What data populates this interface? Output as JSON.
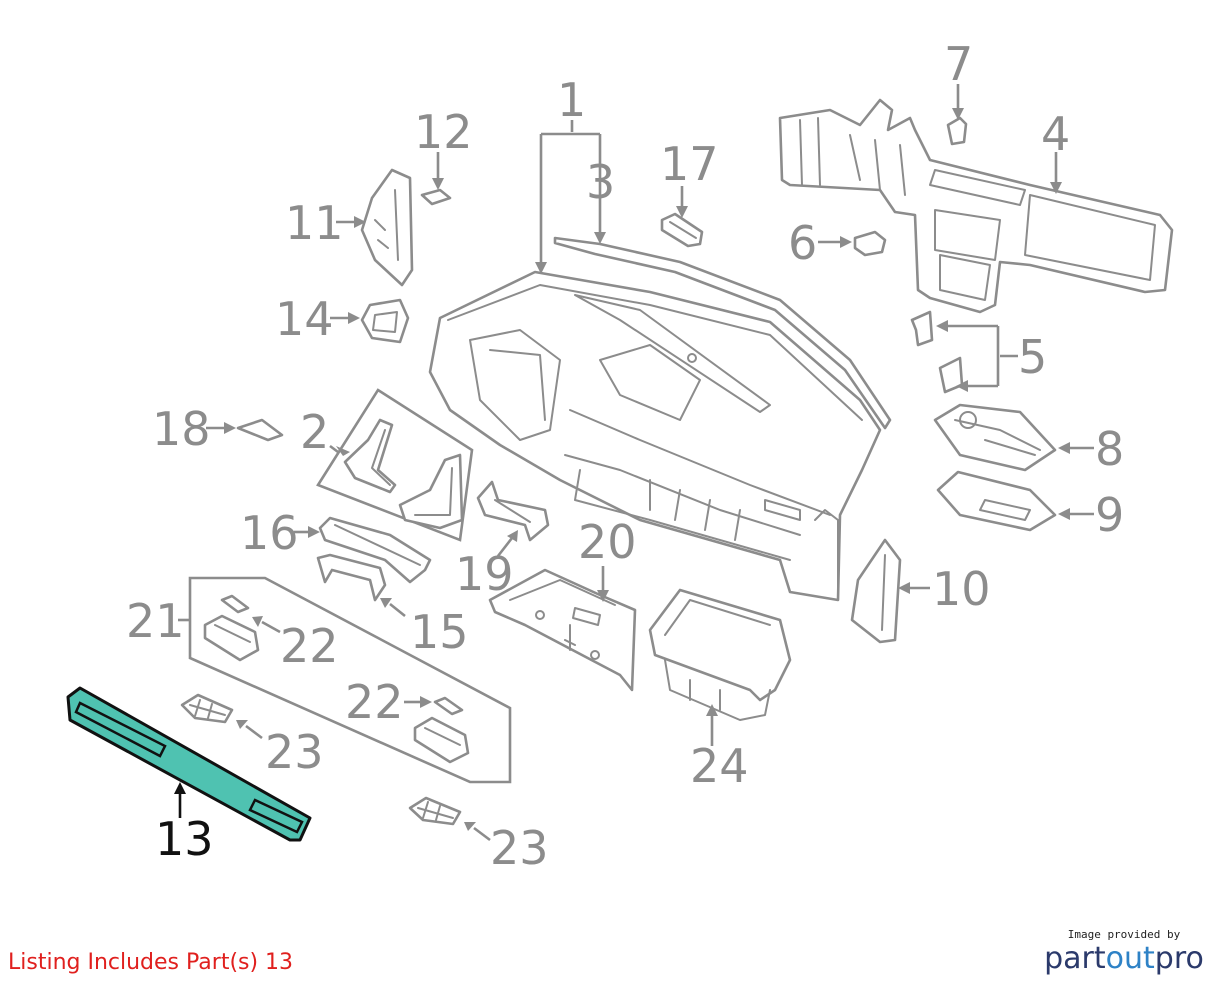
{
  "diagram": {
    "highlight_color": "#4fc2b1",
    "callouts": {
      "c1": "1",
      "c2": "2",
      "c3": "3",
      "c4": "4",
      "c5": "5",
      "c6": "6",
      "c7": "7",
      "c8": "8",
      "c9": "9",
      "c10": "10",
      "c11": "11",
      "c12": "12",
      "c13": "13",
      "c14": "14",
      "c15": "15",
      "c16": "16",
      "c17": "17",
      "c18": "18",
      "c19": "19",
      "c20": "20",
      "c21": "21",
      "c22a": "22",
      "c22b": "22",
      "c23a": "23",
      "c23b": "23",
      "c24": "24"
    }
  },
  "footer": {
    "listing_note": "Listing Includes Part(s) 13",
    "listing_color": "#e0201e",
    "brand_caption": "Image provided by",
    "brand_part": "part",
    "brand_out": "out",
    "brand_pro": "pro"
  }
}
